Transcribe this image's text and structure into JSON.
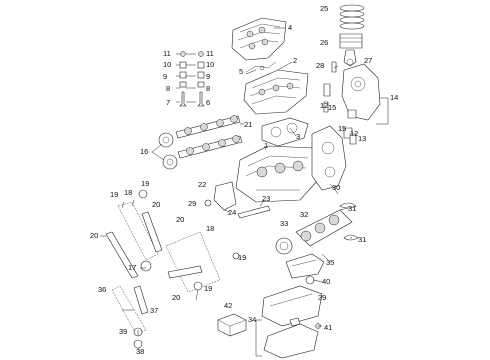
{
  "callouts": [
    "1",
    "2",
    "3",
    "4",
    "5",
    "6",
    "7",
    "8",
    "9",
    "10",
    "11",
    "12",
    "13",
    "14",
    "15",
    "16",
    "17",
    "18",
    "19",
    "20",
    "21",
    "22",
    "23",
    "24",
    "25",
    "26",
    "27",
    "28",
    "29",
    "30",
    "31",
    "32",
    "33",
    "34",
    "35",
    "36",
    "37",
    "38",
    "39",
    "40",
    "41",
    "42"
  ]
}
